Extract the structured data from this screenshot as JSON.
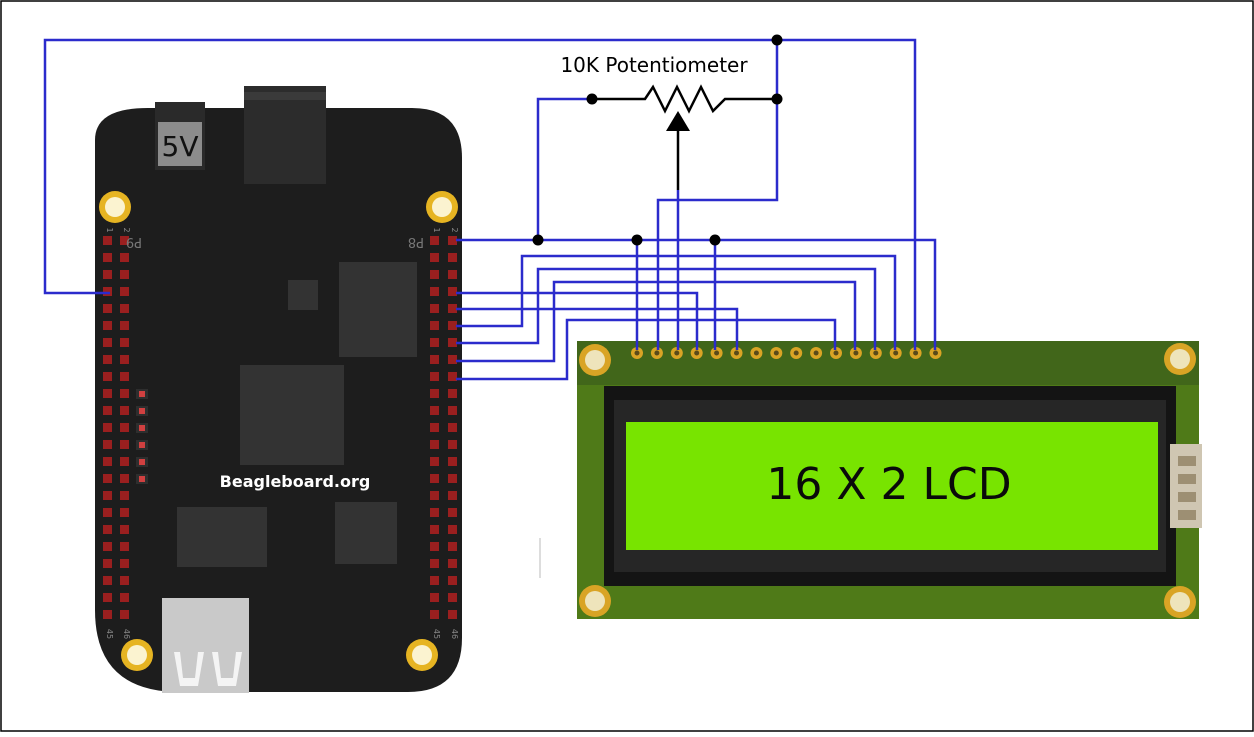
{
  "labels": {
    "potentiometer": "10K Potentiometer",
    "board_power": "5V",
    "board_name": "Beagleboard.org",
    "lcd_title": "16 X 2 LCD",
    "header_left": "P9",
    "header_right": "P8",
    "pin_one": "1",
    "pin_two": "2",
    "pin_fortyfive": "45",
    "pin_fortysix": "46"
  },
  "colors": {
    "wire": "#2b2bcc",
    "node": "#000000",
    "board": "#1d1d1d",
    "header_pin": "#9a1f1f",
    "lcd_pcb": "#4f7a18",
    "lcd_screen": "#78e400",
    "lcd_bezel": "#141414",
    "pad": "#d9a425"
  }
}
